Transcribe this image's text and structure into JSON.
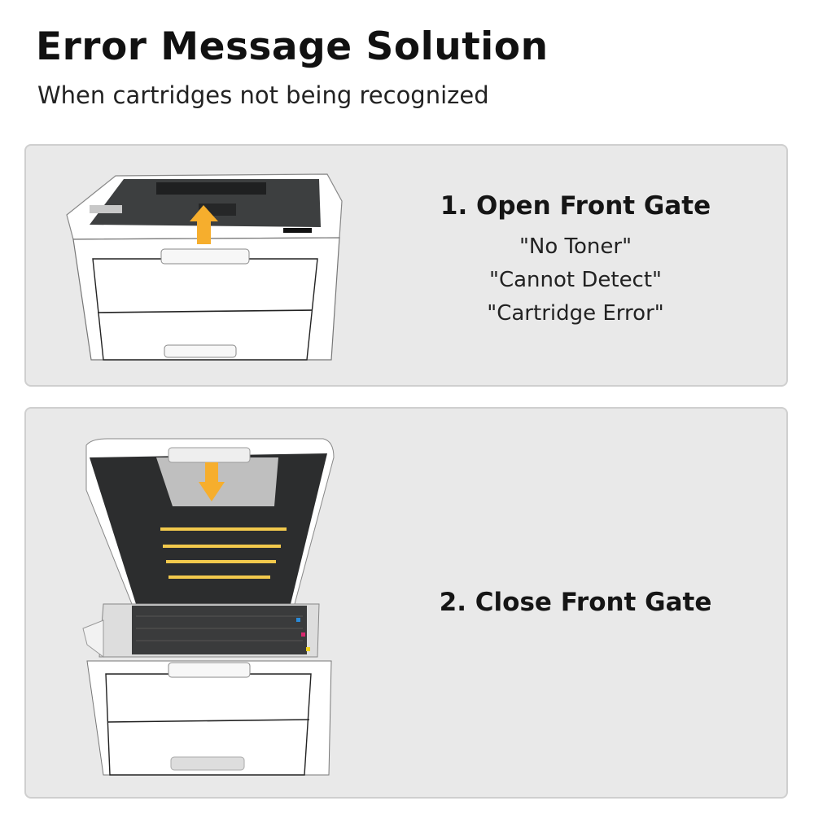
{
  "header": {
    "title": "Error Message Solution",
    "subtitle": "When cartridges not being recognized"
  },
  "steps": [
    {
      "title": "1. Open Front Gate",
      "messages": [
        "\"No Toner\"",
        "\"Cannot Detect\"",
        "\"Cartridge Error\""
      ],
      "illustration": "printer-closed-with-up-arrow"
    },
    {
      "title": "2. Close Front Gate",
      "illustration": "printer-open-with-down-arrow"
    }
  ],
  "colors": {
    "panel_bg": "#e9e9e9",
    "arrow": "#f6ae2d",
    "printer_dark": "#3d3f40"
  }
}
